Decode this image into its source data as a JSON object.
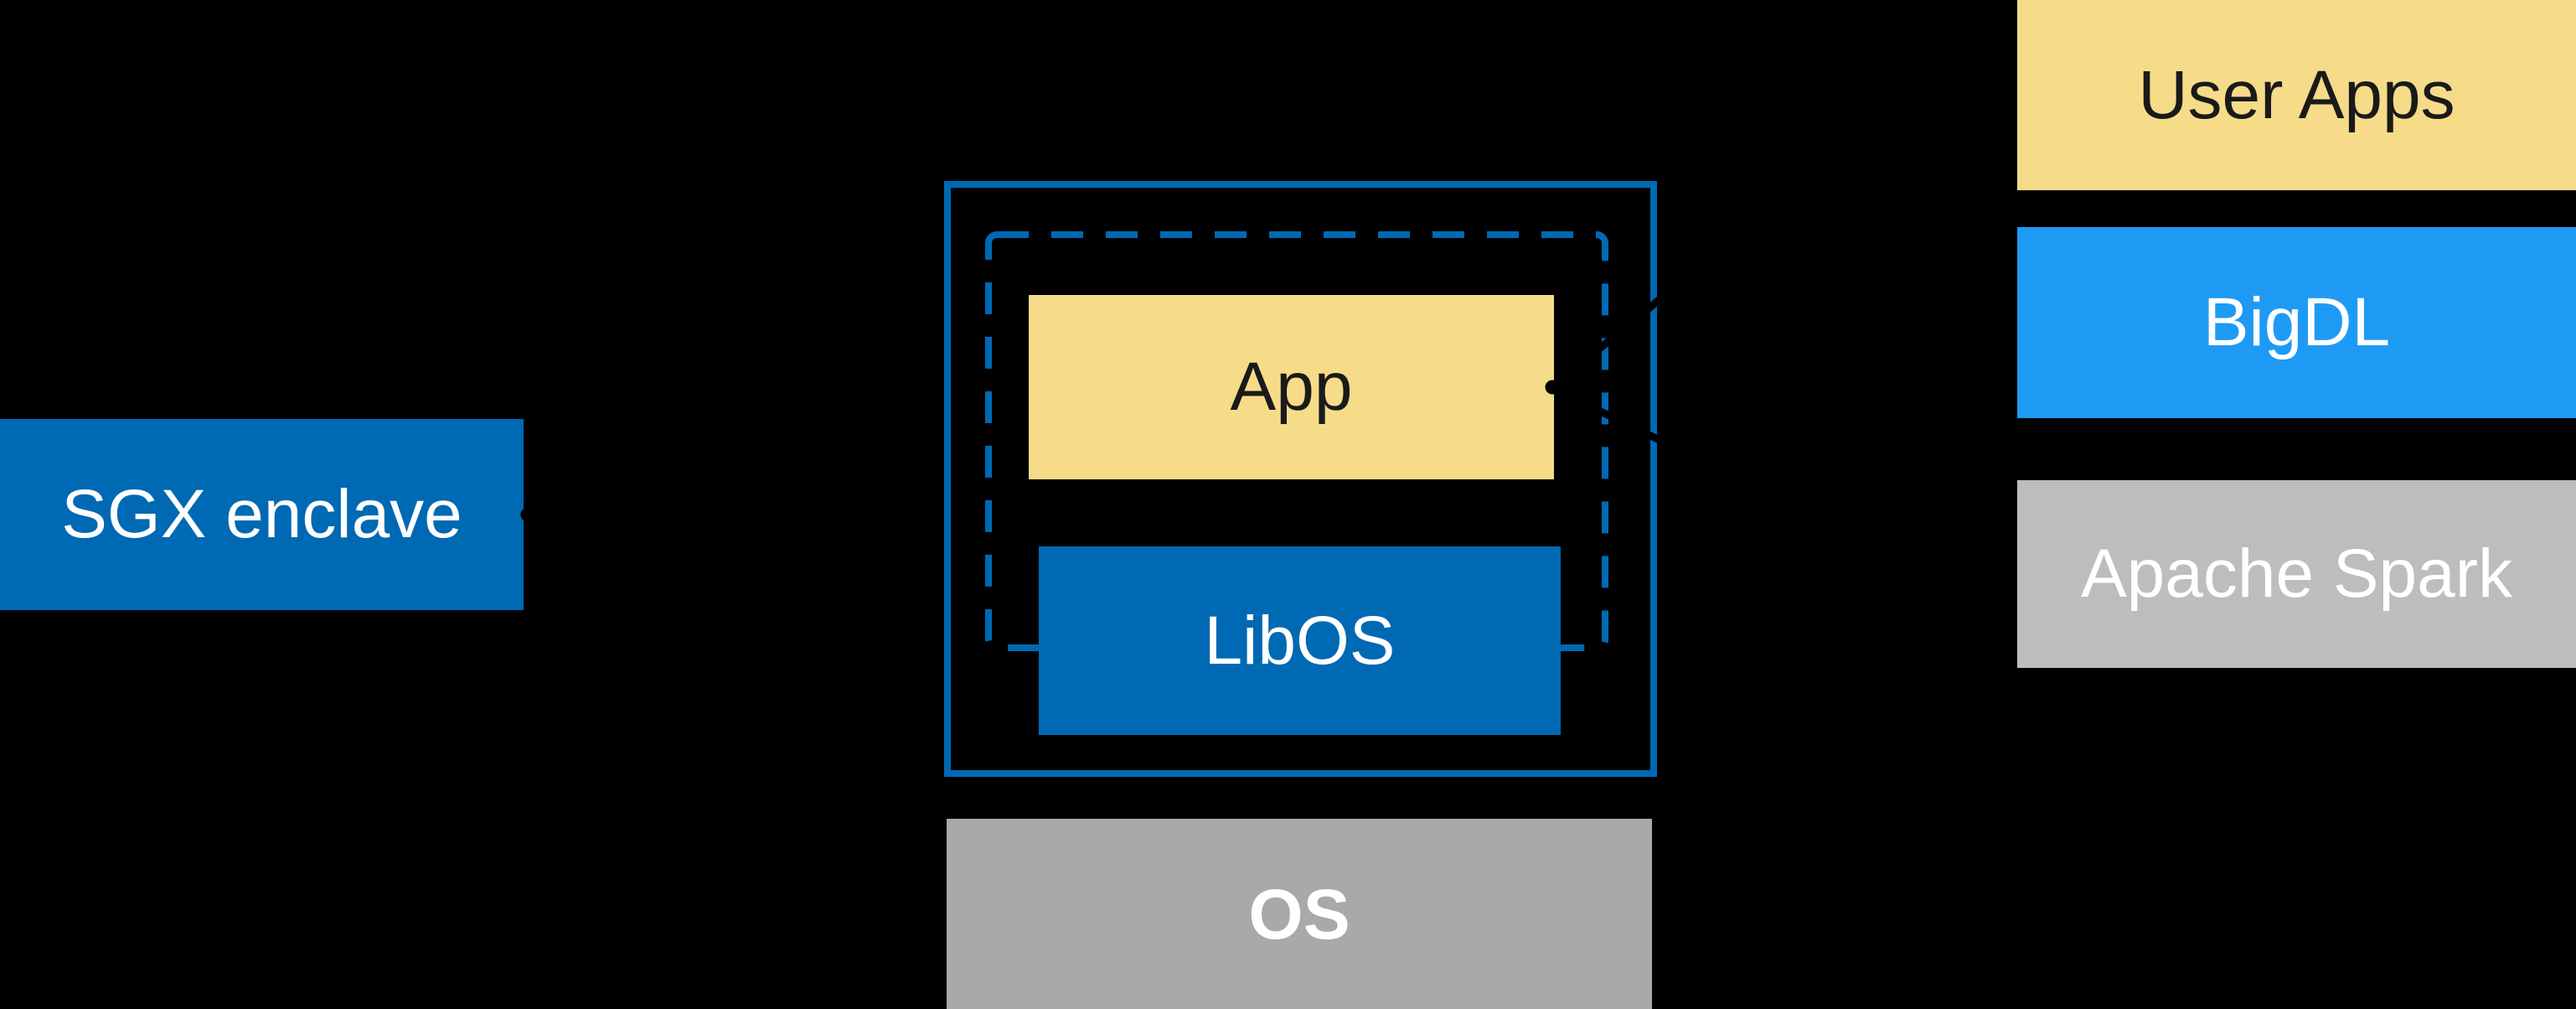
{
  "diagram": {
    "title_hint": "SGX enclave architecture diagram",
    "sgx_box": {
      "label": "SGX enclave"
    },
    "enclave_box": {
      "app": {
        "label": "App"
      },
      "libos": {
        "label": "LibOS"
      }
    },
    "os_box": {
      "label": "OS"
    },
    "stack": {
      "items": [
        {
          "label": "User Apps"
        },
        {
          "label": "BigDL"
        },
        {
          "label": "Apache Spark"
        }
      ]
    },
    "arrows": [
      {
        "id": "stack-to-app",
        "description": "black connector lines converging from the right software stack onto the App box inside the enclave",
        "color": "#000000"
      },
      {
        "id": "enclave-to-sgx-label",
        "description": "black arrow from the enclave box pointing left at the SGX enclave label box",
        "color": "#000000"
      }
    ]
  },
  "colors": {
    "background": "#000000",
    "intel_blue": "#0069B4",
    "bright_blue": "#1F9AF4",
    "yellow": "#F6DC88",
    "gray_light": "#BDBDBD",
    "gray_medium": "#A9A9A9",
    "text_dark": "#1A1A1A",
    "text_white": "#FFFFFF",
    "arrow_black": "#000000"
  }
}
